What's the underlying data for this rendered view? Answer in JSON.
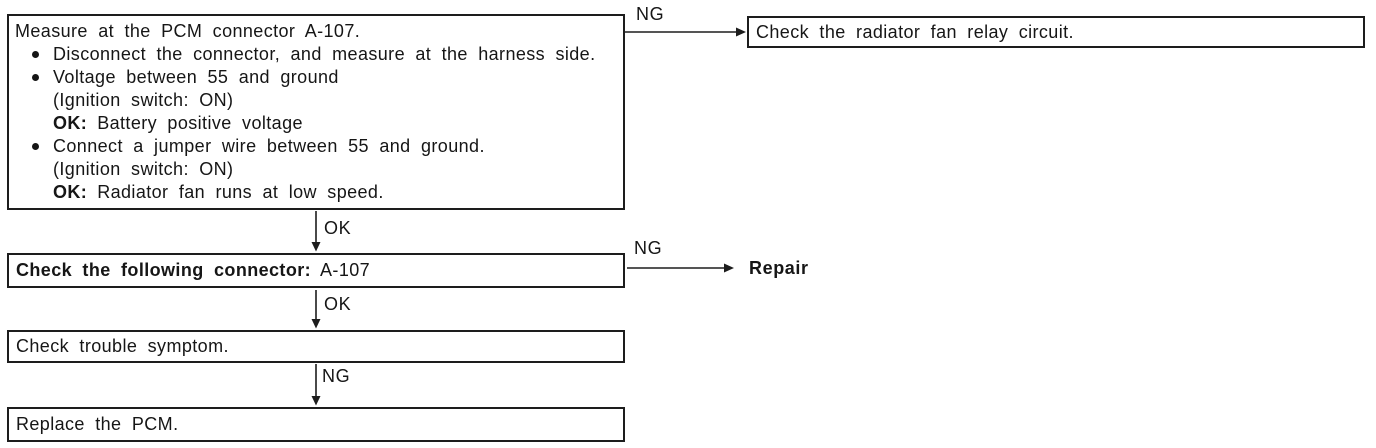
{
  "flowchart": {
    "step1": {
      "title": "Measure at the PCM connector A-107.",
      "bullet1": "Disconnect the connector, and measure at the harness side.",
      "bullet2": "Voltage between 55 and ground",
      "bullet2_sub": "(Ignition switch: ON)",
      "bullet2_ok_label": "OK:",
      "bullet2_ok_text": "Battery positive voltage",
      "bullet3": "Connect a jumper wire between 55 and ground.",
      "bullet3_sub": "(Ignition switch: ON)",
      "bullet3_ok_label": "OK:",
      "bullet3_ok_text": "Radiator fan runs at low speed."
    },
    "ng_top_label": "NG",
    "relay_box": "Check the radiator fan relay circuit.",
    "ok_1_label": "OK",
    "step2": {
      "bold": "Check the following connector:",
      "value": "A-107"
    },
    "ng_2_label": "NG",
    "repair_label": "Repair",
    "ok_2_label": "OK",
    "step3": "Check trouble symptom.",
    "ng_3_label": "NG",
    "step4": "Replace the PCM."
  },
  "colors": {
    "ink": "#161616",
    "background": "#ffffff"
  }
}
